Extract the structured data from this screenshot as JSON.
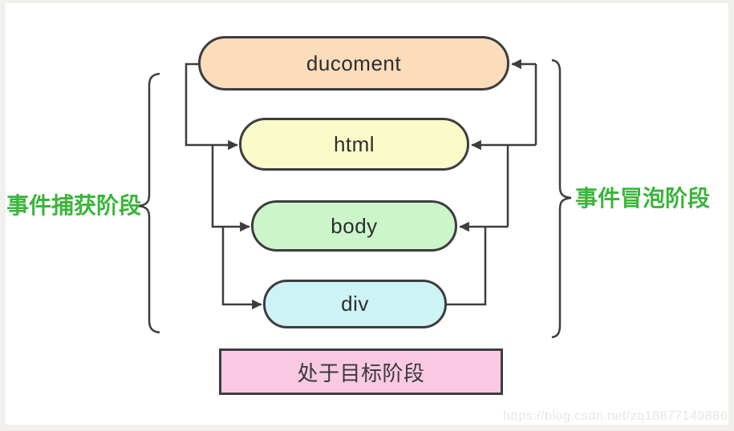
{
  "diagram": {
    "nodes": [
      {
        "label": "ducoment",
        "fill": "#fbdcbb"
      },
      {
        "label": "html",
        "fill": "#fbfbca"
      },
      {
        "label": "body",
        "fill": "#ccf6ca"
      },
      {
        "label": "div",
        "fill": "#cdf3f6"
      }
    ],
    "target_box": {
      "label": "处于目标阶段",
      "fill": "#f9c9e3"
    },
    "labels": {
      "capture": "事件捕获阶段",
      "bubble": "事件冒泡阶段"
    },
    "colors": {
      "label_green": "#3cb43c",
      "line": "#3d3d3d"
    }
  },
  "watermark": "https://blog.csdn.net/zq18877149886"
}
